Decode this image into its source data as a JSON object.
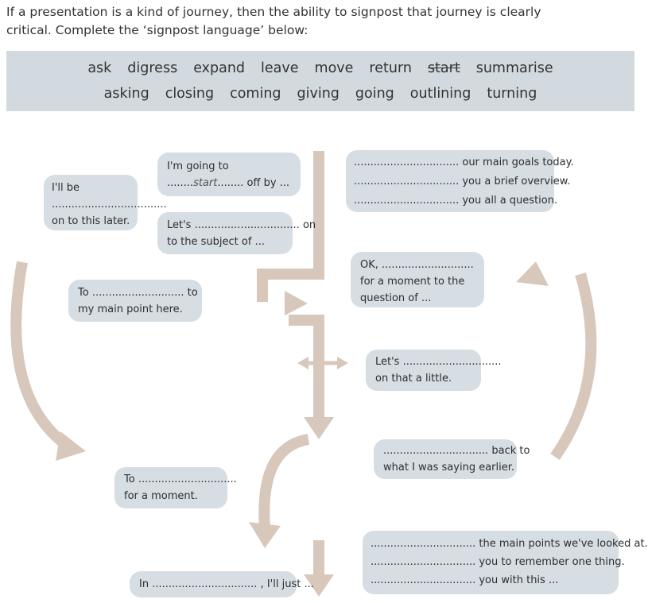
{
  "instructions": {
    "line1": "If a presentation is a kind of journey, then the ability to signpost that journey is clearly",
    "line2": "critical. Complete the ‘signpost language’ below:"
  },
  "word_box": {
    "row1": [
      "ask",
      "digress",
      "expand",
      "leave",
      "move",
      "return",
      "start",
      "summarise"
    ],
    "row2": [
      "asking",
      "closing",
      "coming",
      "giving",
      "going",
      "outlining",
      "turning"
    ],
    "struck_word": "start"
  },
  "bubbles": {
    "goingto": {
      "l1": "I'm going to",
      "l2_prefix": "........",
      "l2_answer": "start",
      "l2_suffix": "........ off by ..."
    },
    "illbe": {
      "l1": "I'll be",
      "l2": "...................................",
      "l3": "on to this later."
    },
    "lets_on": {
      "l1": "Let's ................................ on",
      "l2": "to the subject of ..."
    },
    "goals": {
      "l1": "................................ our main goals today.",
      "l2": "................................ you a brief overview.",
      "l3": "................................ you all a question."
    },
    "ok": {
      "l1": "OK, ............................",
      "l2": "for a moment to the",
      "l3": "question of ..."
    },
    "to_main": {
      "l1": "To ............................ to",
      "l2": "my main point here."
    },
    "lets_that": {
      "l1": "Let's ..............................",
      "l2": "on that a little."
    },
    "back": {
      "l1": "................................ back to",
      "l2": "what I was saying earlier."
    },
    "to_moment": {
      "l1": "To ..............................",
      "l2": "for a moment."
    },
    "mainpoints": {
      "l1": "................................ the main points we've looked at.",
      "l2": "................................ you to remember one thing.",
      "l3": "................................ you with this ..."
    },
    "in_just": {
      "l1": "In ................................ , I'll just ..."
    }
  },
  "colors": {
    "bubble": "#d6dde3",
    "arrow": "#d8c8bb",
    "wordbox": "#d2d9df"
  }
}
